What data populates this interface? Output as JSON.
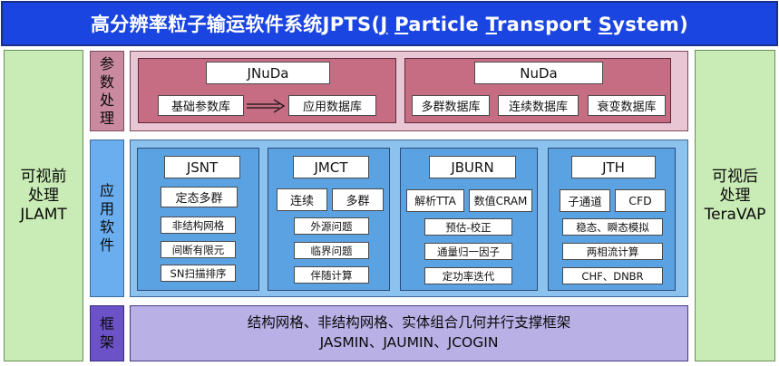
{
  "title": "高分辨率粒子输运软件系统JPTS(J Particle Transport System)",
  "title_parts": {
    "prefix": "高分辨率粒子输运软件系统JPTS(",
    "j": "J",
    "p": "P",
    "article": "article ",
    "t": "T",
    "ransport": "ransport ",
    "s": "S",
    "ystem": "ystem)"
  },
  "left_panel": {
    "line1": "可视前",
    "line2": "处理",
    "line3": "JLAMT"
  },
  "right_panel": {
    "line1": "可视后",
    "line2": "处理",
    "line3": "TeraVAP"
  },
  "sections": {
    "param": {
      "c1": "参",
      "c2": "数",
      "c3": "处",
      "c4": "理"
    },
    "app": {
      "c1": "应",
      "c2": "用",
      "c3": "软",
      "c4": "件"
    },
    "frame": {
      "c1": "框",
      "c2": "架"
    }
  },
  "param_blocks": {
    "jnuda": {
      "title": "JNuDa",
      "items": [
        "基础参数库",
        "应用数据库"
      ]
    },
    "nuda": {
      "title": "NuDa",
      "items": [
        "多群数据库",
        "连续数据库",
        "衰变数据库"
      ]
    }
  },
  "apps": [
    {
      "title": "JSNT",
      "items": [
        "定态多群",
        "非结构网格",
        "间断有限元",
        "SN扫描排序"
      ]
    },
    {
      "title": "JMCT",
      "top": [
        "连续",
        "多群"
      ],
      "items": [
        "外源问题",
        "临界问题",
        "伴随计算"
      ]
    },
    {
      "title": "JBURN",
      "top": [
        "解析TTA",
        "数值CRAM"
      ],
      "items": [
        "预估-校正",
        "通量归一因子",
        "定功率迭代"
      ]
    },
    {
      "title": "JTH",
      "top": [
        "子通道",
        "CFD"
      ],
      "items": [
        "稳态、瞬态模拟",
        "两相流计算",
        "CHF、DNBR"
      ]
    }
  ],
  "framework": {
    "line1": "结构网格、非结构网格、实体组合几何并行支撑框架",
    "line2": "JASMIN、JAUMIN、JCOGIN"
  },
  "colors": {
    "title_bg": "#1a45e0",
    "side_green": "#c9ebb5",
    "param_outer": "#e9c6d4",
    "param_block": "#c76d83",
    "param_label": "#c98aa0",
    "app_outer": "#8cc2ee",
    "app_block": "#5ba2e2",
    "app_label": "#6aaef0",
    "frame_bg": "#b9b0e6",
    "frame_label": "#6b52c7"
  }
}
